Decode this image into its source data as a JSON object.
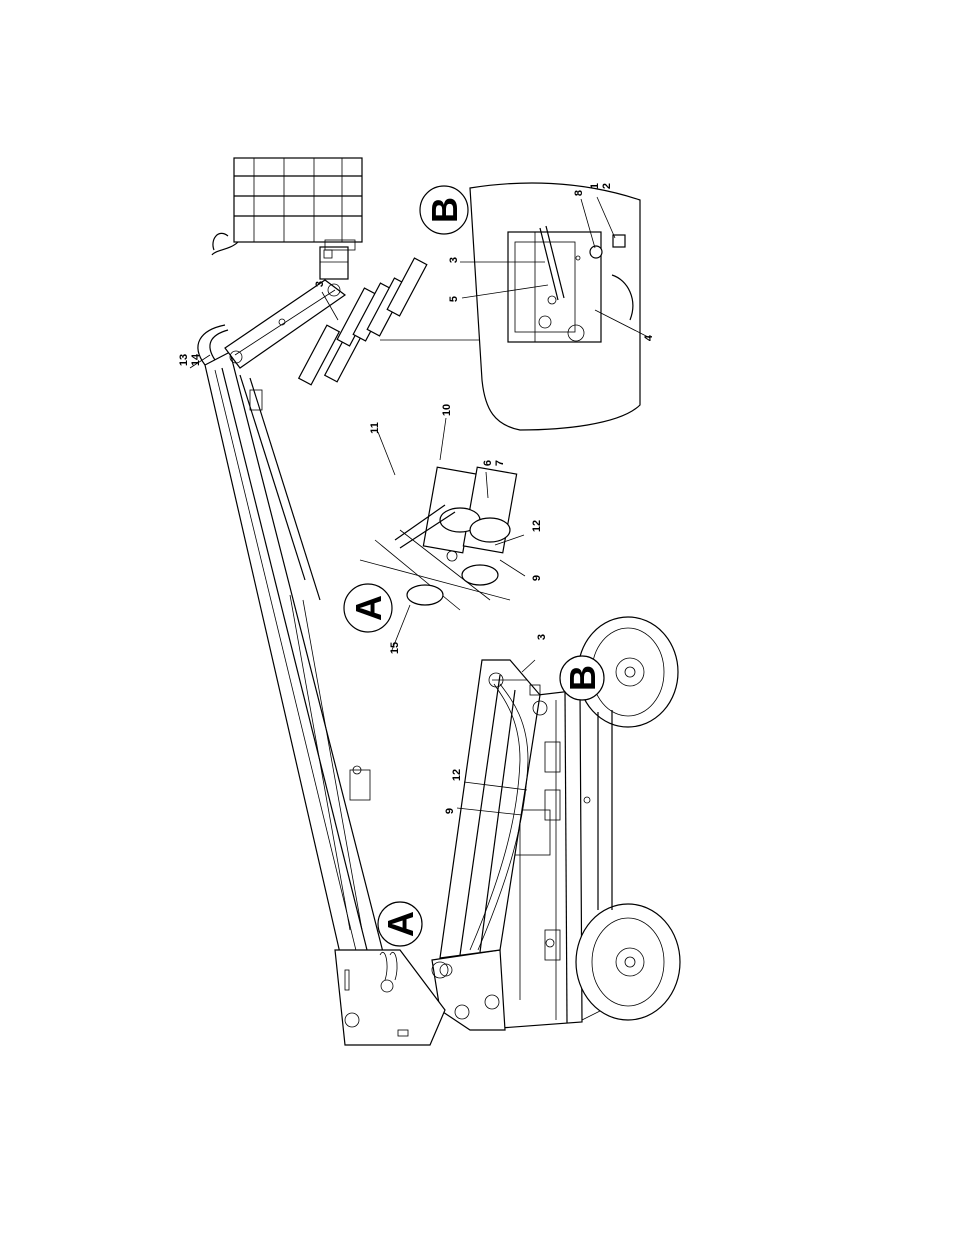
{
  "callouts": {
    "main": {
      "c13": "13",
      "c14": "14",
      "c3": "3",
      "c12": "12",
      "c9": "9"
    },
    "detailA": {
      "c3": "3",
      "c11": "11",
      "c10": "10",
      "c6": "6",
      "c7": "7",
      "c12": "12",
      "c9": "9",
      "c15": "15"
    },
    "detailB": {
      "c3": "3",
      "c5": "5",
      "c8": "8",
      "c1": "1",
      "c2": "2",
      "c4": "4"
    }
  },
  "detail_markers": {
    "a_label": "A",
    "b_label": "B"
  }
}
